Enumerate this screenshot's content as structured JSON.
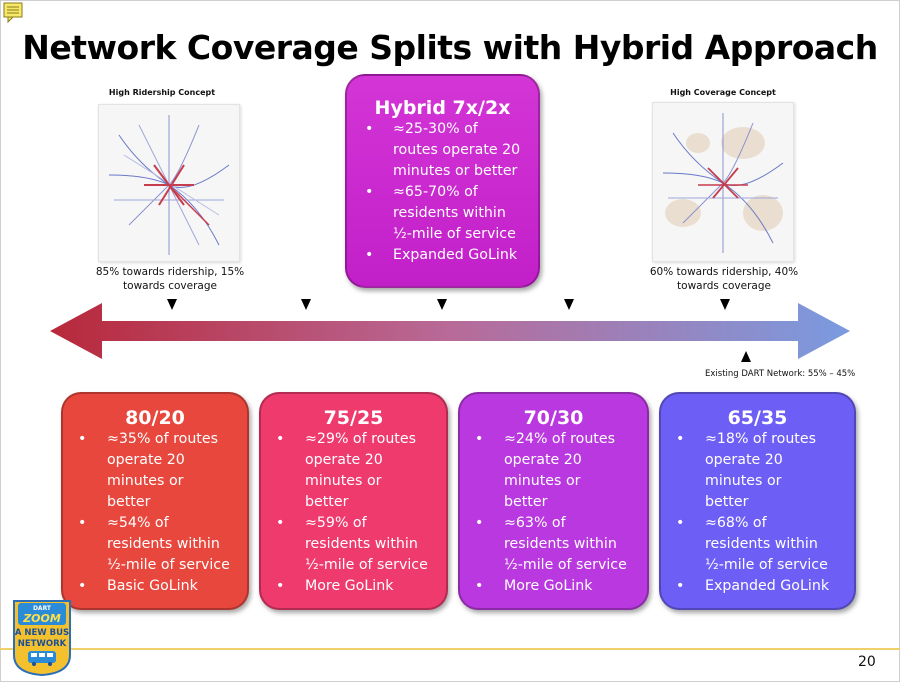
{
  "title": "Network Coverage Splits with Hybrid Approach",
  "left_map": {
    "label": "High Ridership Concept",
    "caption_line1": "85% towards ridership, 15%",
    "caption_line2": "towards coverage"
  },
  "right_map": {
    "label": "High Coverage Concept",
    "caption_line1": "60% towards ridership, 40%",
    "caption_line2": "towards coverage"
  },
  "hybrid": {
    "title": "Hybrid 7x/2x",
    "bullets": [
      [
        "≈25-30% of",
        "routes operate 20",
        "minutes or better"
      ],
      [
        "≈65-70% of",
        "residents within",
        "½-mile of service"
      ],
      [
        "Expanded GoLink"
      ]
    ]
  },
  "existing_label": "Existing DART Network: 55% – 45%",
  "cards": [
    {
      "title": "80/20",
      "color": "#e8473e",
      "bullets": [
        [
          "≈35% of routes",
          "operate 20",
          "minutes or",
          "better"
        ],
        [
          "≈54% of",
          "residents within",
          "½-mile of service"
        ],
        [
          "Basic GoLink"
        ]
      ]
    },
    {
      "title": "75/25",
      "color": "#ee3a6c",
      "bullets": [
        [
          "≈29% of routes",
          "operate 20",
          "minutes or",
          "better"
        ],
        [
          "≈59% of",
          "residents within",
          "½-mile of service"
        ],
        [
          "More GoLink"
        ]
      ]
    },
    {
      "title": "70/30",
      "color": "#ba38df",
      "bullets": [
        [
          "≈24% of routes",
          "operate 20",
          "minutes or",
          "better"
        ],
        [
          "≈63% of",
          "residents within",
          "½-mile of service"
        ],
        [
          "More GoLink"
        ]
      ]
    },
    {
      "title": "65/35",
      "color": "#6d5ff5",
      "bullets": [
        [
          "≈18% of routes",
          "operate 20",
          "minutes or",
          "better"
        ],
        [
          "≈68% of",
          "residents within",
          "½-mile of service"
        ],
        [
          "Expanded GoLink"
        ]
      ]
    }
  ],
  "logo": {
    "line1": "DART",
    "line2": "ZOOM",
    "line3": "A NEW BUS",
    "line4": "NETWORK"
  },
  "page_number": "20",
  "arrow_colors": {
    "left": "#b8283a",
    "right": "#7a9be0"
  },
  "icons": [
    "note-icon",
    "bus-icon"
  ]
}
